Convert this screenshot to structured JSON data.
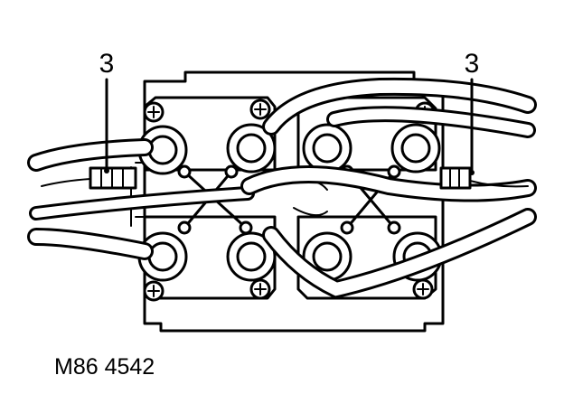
{
  "figure": {
    "callout_left": "3",
    "callout_right": "3",
    "reference_code": "M86 4542"
  }
}
